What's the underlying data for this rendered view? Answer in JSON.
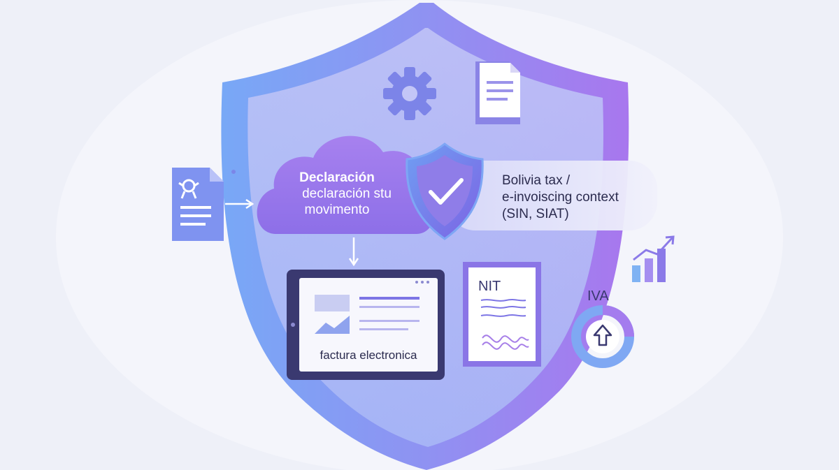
{
  "cloud": {
    "lines": [
      "Declaración",
      "declaración stu",
      "movimento"
    ]
  },
  "info_card": {
    "lines": [
      "Bolivia tax /",
      "e-invoiscing context",
      "(SIN, SIAT)"
    ]
  },
  "tablet": {
    "caption": "factura electronica"
  },
  "nit_doc": {
    "label": "NIT"
  },
  "iva_badge": {
    "label": "IVA"
  },
  "colors": {
    "background": "#eef0f8",
    "shield_blue": "#7ea6f5",
    "shield_purple": "#a57df0",
    "cloud": "#9a74ec",
    "dark_frame": "#3a3970",
    "text_dark": "#2b2b4e"
  }
}
